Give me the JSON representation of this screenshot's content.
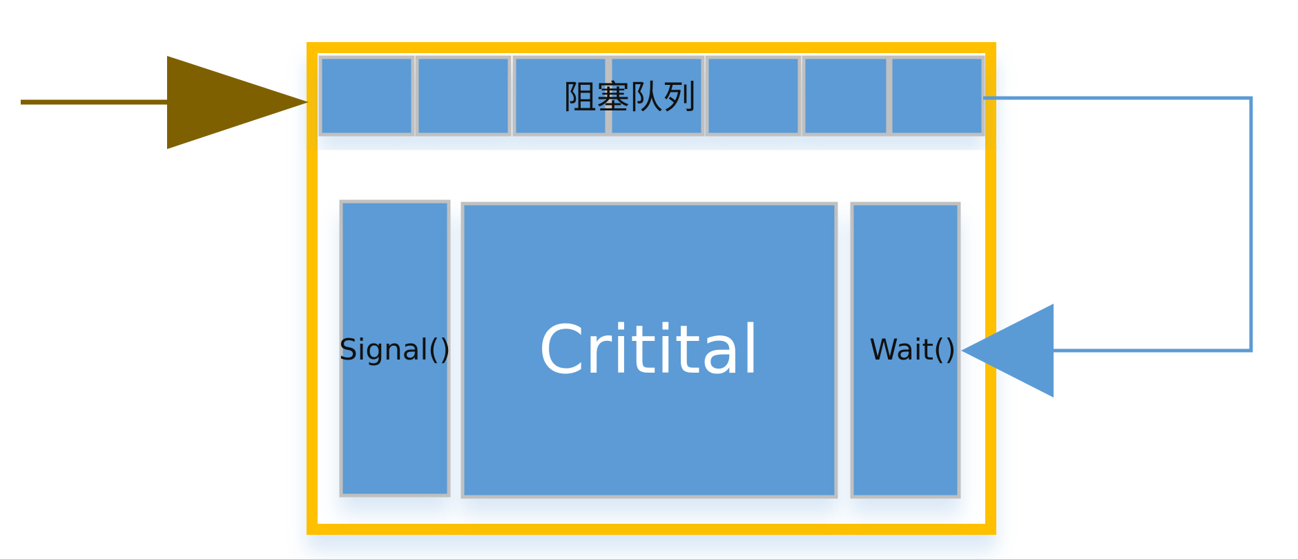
{
  "diagram": {
    "queue_label": "阻塞队列",
    "signal_label": "Signal()",
    "critical_label": "Critital",
    "wait_label": "Wait()",
    "queue_slot_count": 7
  },
  "colors": {
    "monitor_border": "#FFC000",
    "block_fill": "#5B9BD5",
    "block_border": "#C0C0C0",
    "entry_arrow": "#7F6000",
    "loop_arrow": "#5B9BD5",
    "critical_text": "#FFFFFF",
    "label_text": "#111111"
  },
  "icons": {
    "entry": "arrow-right-icon",
    "loop": "arrow-left-icon"
  }
}
